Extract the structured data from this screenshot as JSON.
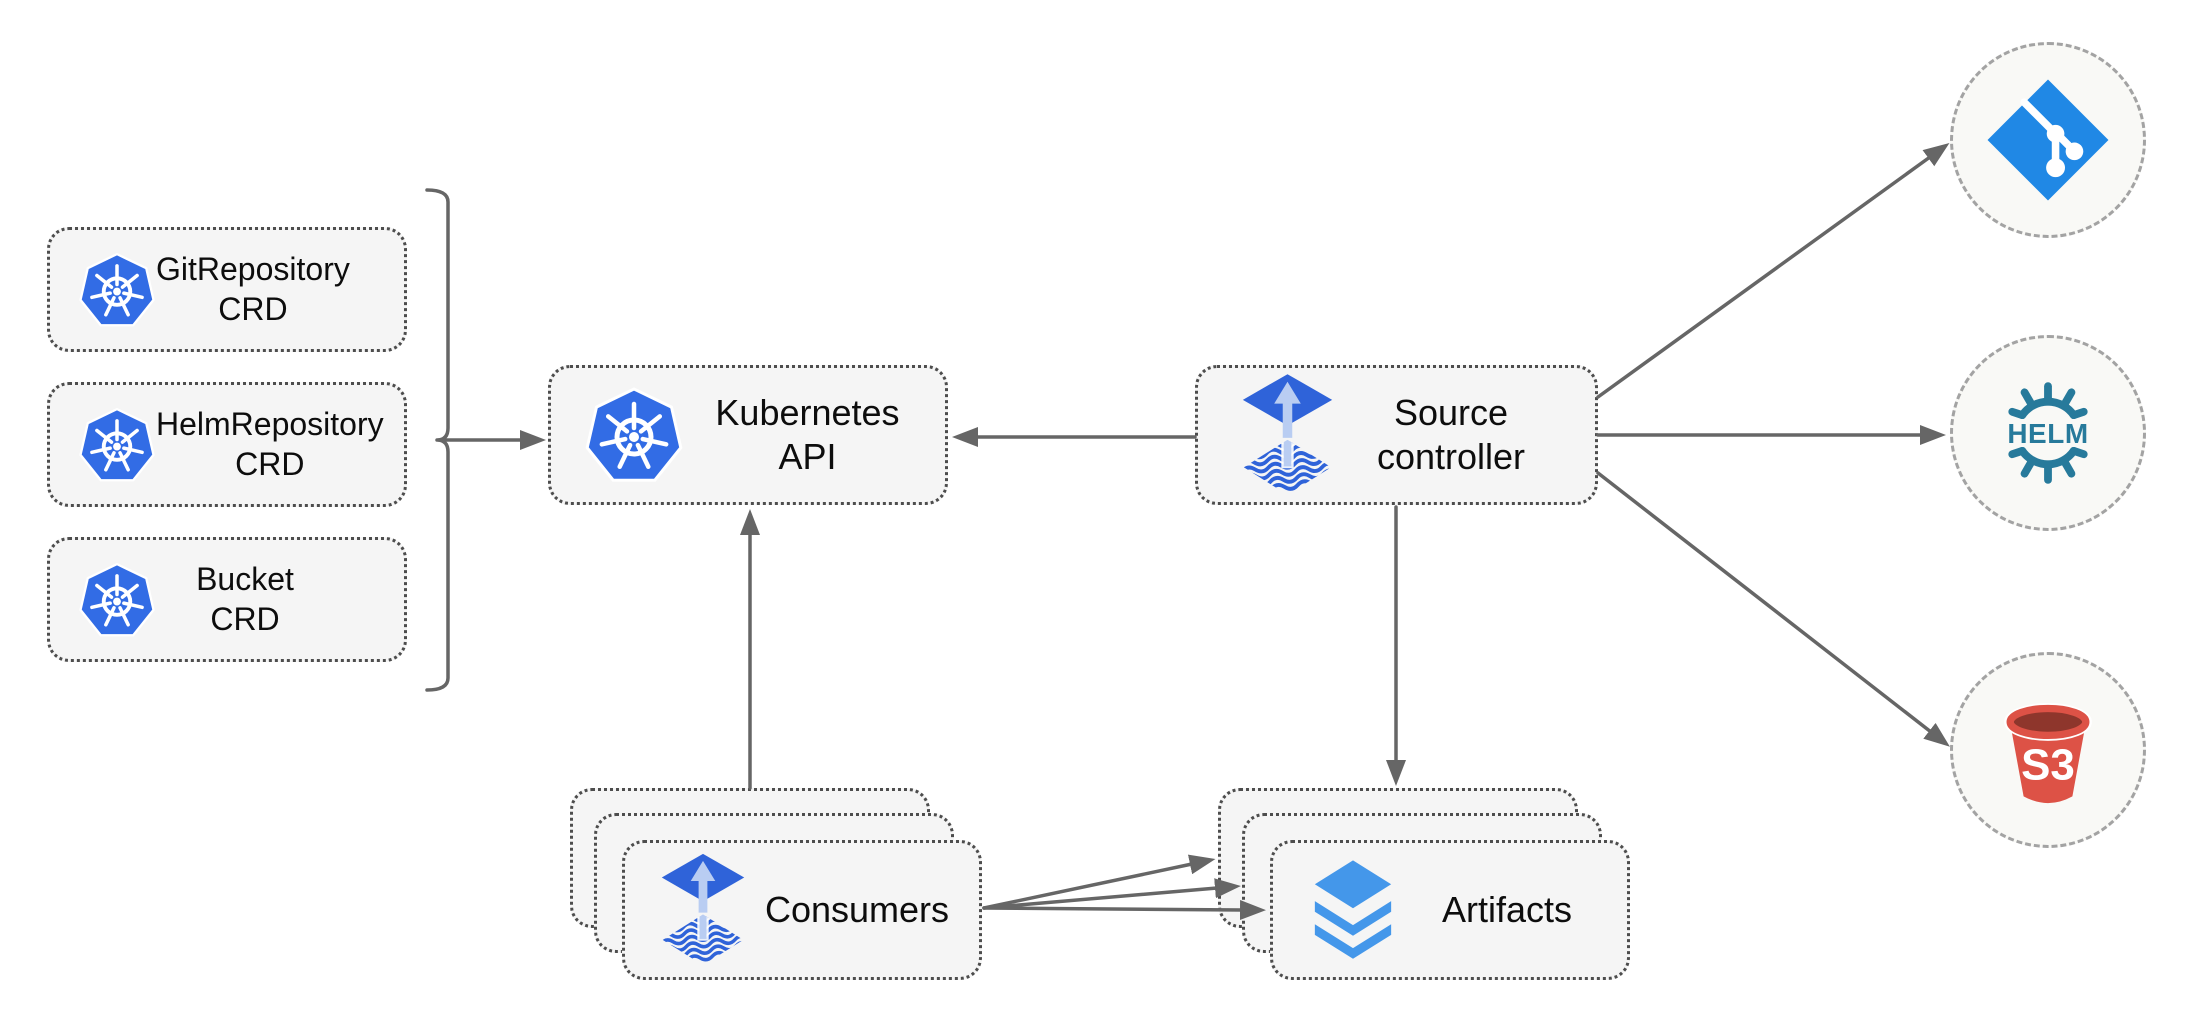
{
  "diagram": {
    "crd_boxes": [
      {
        "line1": "GitRepository",
        "line2": "CRD"
      },
      {
        "line1": "HelmRepository",
        "line2": "CRD"
      },
      {
        "line1": "Bucket",
        "line2": "CRD"
      }
    ],
    "kubernetes_api": {
      "label": "Kubernetes API"
    },
    "source_controller": {
      "line1": "Source",
      "line2": "controller"
    },
    "consumers": {
      "label": "Consumers"
    },
    "artifacts": {
      "label": "Artifacts"
    },
    "helm_logo_text": "HELM",
    "s3_logo_text": "S3",
    "icons": {
      "crd": "kubernetes-wheel-icon",
      "kubernetes_api": "kubernetes-wheel-icon",
      "source_controller": "flux-diamond-arrow-icon",
      "consumers": "flux-diamond-arrow-icon",
      "artifacts": "layers-stack-icon",
      "git_provider": "git-branch-diamond-icon",
      "helm_provider": "helm-wheel-icon",
      "s3_provider": "s3-bucket-icon"
    }
  },
  "colors": {
    "kubernetes_blue": "#326ce5",
    "flux_blue": "#2f63d9",
    "flux_light": "#b9cdf2",
    "layers_blue": "#4497ea",
    "git_blue": "#2088e5",
    "helm_teal": "#277a9b",
    "s3_red": "#dd5246",
    "s3_dark_red": "#8e362c",
    "box_fill": "#f5f5f5",
    "box_border": "#4d4d4d",
    "circle_fill": "#f9f9f6",
    "circle_border": "#a3a3a3",
    "connector": "#666666",
    "text": "#0d0d0d"
  }
}
